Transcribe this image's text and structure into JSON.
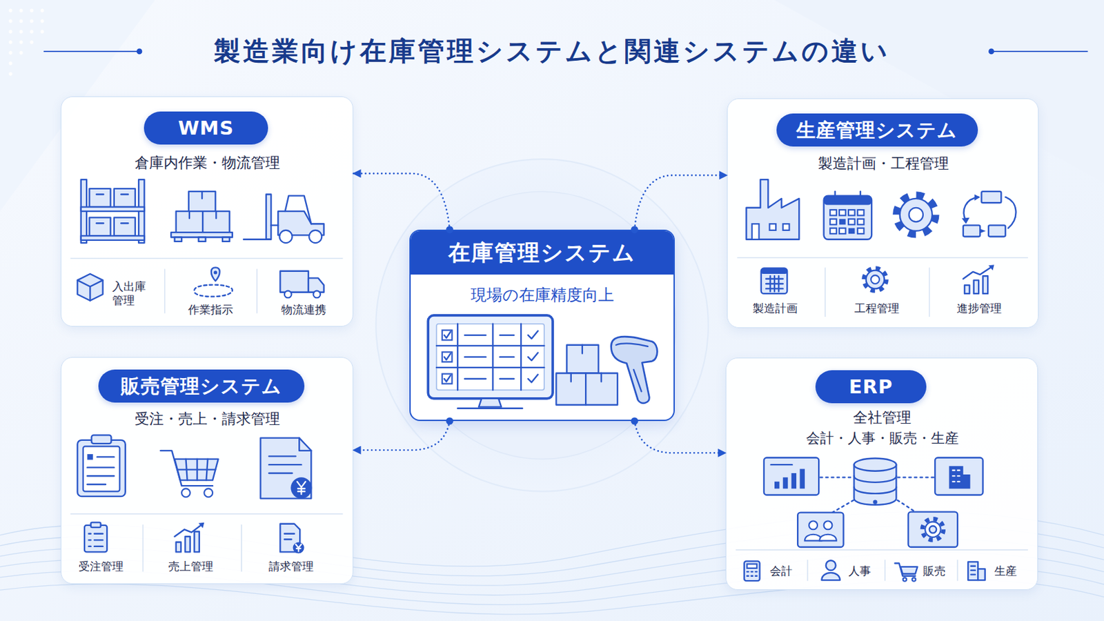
{
  "diagram": {
    "title": "製造業向け在庫管理システムと関連システムの違い",
    "nodes": [
      {
        "text": [
          "WMS",
          "倉庫内作業・物流管理",
          "入出庫 管理",
          "作業指示",
          "物流連携"
        ]
      },
      {
        "text": [
          "生産管理システム",
          "製造計画・工程管理",
          "製造計画",
          "工程管理",
          "進捗管理"
        ]
      },
      {
        "text": [
          "在庫管理システム",
          "現場の在庫精度向上"
        ]
      },
      {
        "text": [
          "販売管理システム",
          "受注・売上・請求管理",
          "受注管理",
          "売上管理",
          "請求管理"
        ]
      },
      {
        "text": [
          "ERP",
          "全社管理",
          "会計・人事・販売・生産",
          "会計",
          "人事",
          "販売",
          "生産"
        ]
      }
    ],
    "edges": [
      {
        "from": 2,
        "to": 0,
        "arrow": "to"
      },
      {
        "from": 2,
        "to": 1,
        "arrow": "to"
      },
      {
        "from": 2,
        "to": 3,
        "arrow": "to"
      },
      {
        "from": 2,
        "to": 4,
        "arrow": "to"
      }
    ]
  }
}
